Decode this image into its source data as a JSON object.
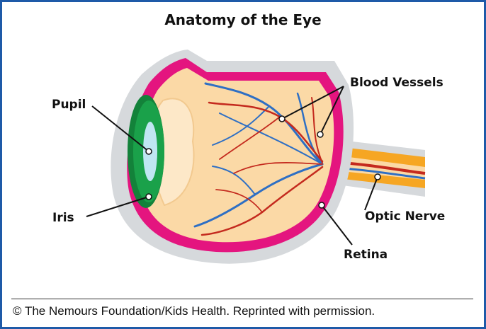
{
  "title": "Anatomy of the Eye",
  "labels": {
    "pupil": "Pupil",
    "iris": "Iris",
    "blood_vessels": "Blood Vessels",
    "optic_nerve": "Optic Nerve",
    "retina": "Retina"
  },
  "credit": "© The Nemours Foundation/Kids Health. Reprinted with permission.",
  "colors": {
    "frame_border": "#1e5aa8",
    "sclera": "#d6d9dc",
    "choroid": "#e4157f",
    "interior": "#fbd9a6",
    "iris": "#1aa14a",
    "pupil": "#bfe6f2",
    "vein": "#2e6fc4",
    "artery": "#c42a1e",
    "optic_nerve": "#f6a623"
  }
}
